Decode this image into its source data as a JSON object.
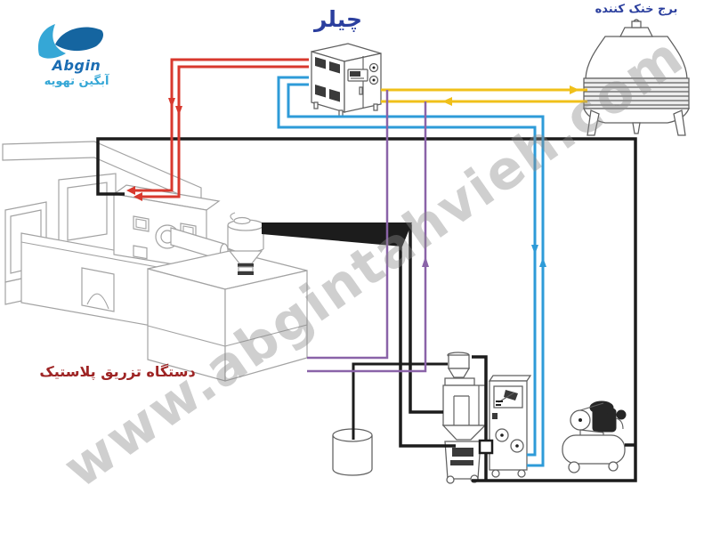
{
  "watermark": {
    "text": "www.abgintahvieh.com"
  },
  "logo": {
    "brand": "Abgin",
    "subtitle": "آبگین تهویه"
  },
  "labels": {
    "chiller": "چیلر",
    "cooling_tower": "برج خنک کننده",
    "injection_machine": "دستگاه تزریق پلاستیک"
  },
  "colors": {
    "red_pipe": "#d8392e",
    "blue_pipe": "#2e9bd8",
    "yellow_pipe": "#f0c01a",
    "purple_pipe": "#8a63a8",
    "black_pipe": "#1c1c1c",
    "label_blue": "#2b3f9e",
    "label_red": "#9e2424",
    "logo_dark_blue": "#1b6db3",
    "logo_light_blue": "#35a7d6",
    "watermark_gray": "#8a8a8a",
    "machine_gray": "#a3a3a3",
    "equipment_gray": "#5f5f5f"
  }
}
